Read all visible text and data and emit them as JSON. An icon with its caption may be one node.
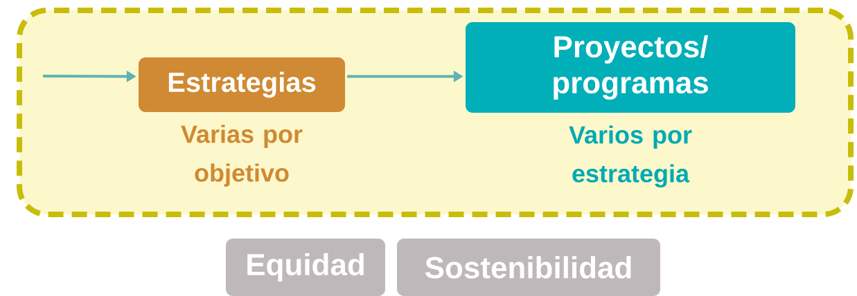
{
  "diagram": {
    "nodes": [
      {
        "text": [],
        "shape": "box"
      },
      {
        "text": [
          "Estrategias"
        ],
        "in": 0,
        "beside": [
          "Varias por objetivo"
        ]
      },
      {
        "text": [
          "Proyectos/ programas"
        ],
        "in": 0,
        "beside": [
          "Varios por estrategia"
        ]
      },
      {
        "text": [
          "Equidad"
        ]
      },
      {
        "text": [
          "Sostenibilidad"
        ]
      }
    ],
    "edges": [
      {
        "from": null,
        "to": 1,
        "arrow": "to"
      },
      {
        "from": 1,
        "to": 2,
        "arrow": "to"
      }
    ]
  }
}
